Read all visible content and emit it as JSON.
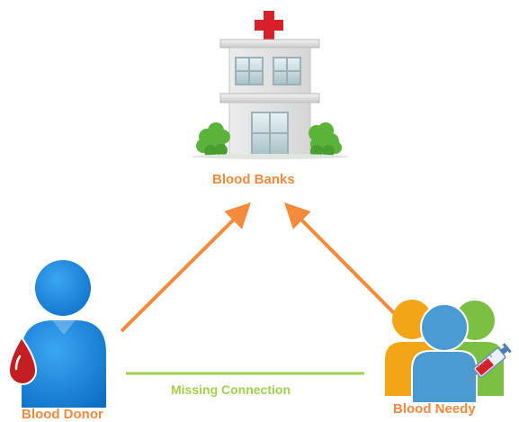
{
  "nodes": {
    "blood_banks": "Blood Banks",
    "blood_donor": "Blood Donor",
    "blood_needy": "Blood Needy"
  },
  "edges": {
    "missing_connection": "Missing Connection"
  },
  "icons": {
    "hospital": "hospital-icon",
    "donor": "blood-donor-icon",
    "needy": "people-group-icon",
    "syringe": "syringe-icon",
    "blood_drop": "blood-drop-icon"
  },
  "colors": {
    "label_orange": "#f08a3c",
    "arrow_orange": "#f58a3a",
    "missing_green": "#9fd14a",
    "cross_red": "#d8202a",
    "donor_blue": "#1e8fe6",
    "drop_red": "#c41e22",
    "person_orange": "#f2a516",
    "person_green": "#7cc043",
    "person_blue": "#4a9bd4"
  }
}
